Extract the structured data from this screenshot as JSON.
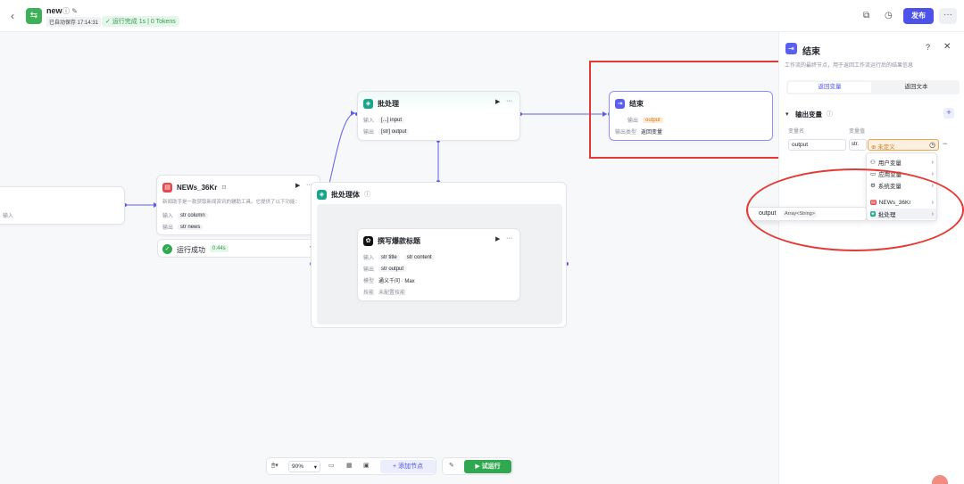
{
  "header": {
    "app_name": "new",
    "name_icons": "ⓘ ✎",
    "autosave": "已自动保存 17:14:31",
    "run_status": "运行完成 1s | 0 Tokens",
    "publish": "发布",
    "more": "···"
  },
  "nodes": {
    "start_partial": {
      "input_label": "输入"
    },
    "news": {
      "title": "NEWs_36Kr",
      "badge": "⊡",
      "desc": "新闻助手是一款获取新闻资讯的辅助工具。它提供了以下功能：",
      "input_label": "输入",
      "input_tag": "str",
      "input_val": "column",
      "output_label": "输出",
      "output_tag": "str",
      "output_val": "news"
    },
    "run_success": {
      "label": "运行成功",
      "time": "0.44s"
    },
    "batch": {
      "title": "批处理",
      "input_label": "输入",
      "input_tag": "[...]",
      "input_val": "input",
      "output_label": "输出",
      "output_tag": "[str]",
      "output_val": "output"
    },
    "batch_body": {
      "title": "批处理体"
    },
    "writer": {
      "title": "撰写爆款标题",
      "input_label": "输入",
      "input_tag1": "str",
      "input_val1": "title",
      "input_tag2": "str",
      "input_val2": "content",
      "output_label": "输出",
      "output_tag": "str",
      "output_val": "output",
      "model_label": "模型",
      "model_val": "通义千问 · Max",
      "skill_label": "技能",
      "skill_val": "未配置技能"
    },
    "end": {
      "title": "结束",
      "output_label": "输出",
      "output_val": "output",
      "type_label": "输出类型",
      "type_val": "返回变量"
    }
  },
  "toolbar": {
    "zoom": "90%",
    "add_node": "添加节点",
    "test_run": "试运行"
  },
  "panel": {
    "title": "结束",
    "desc": "工作流的最终节点，用于返回工作流运行后的结果信息",
    "tab_var": "返回变量",
    "tab_text": "返回文本",
    "section_title": "输出变量",
    "col_name": "变量名",
    "col_value": "变量值",
    "var_name": "output",
    "var_type": "str.",
    "var_value": "未定义",
    "menu": [
      {
        "label": "用户变量",
        "icon": "person-icon"
      },
      {
        "label": "应用变量",
        "icon": "folder-icon"
      },
      {
        "label": "系统变量",
        "icon": "gear-icon"
      },
      {
        "label": "NEWs_36Kr",
        "icon": "news-icon"
      },
      {
        "label": "批处理",
        "icon": "batch-icon"
      }
    ],
    "submenu": {
      "name": "output",
      "type": "Array<String>"
    }
  },
  "colors": {
    "accent": "#4d53e8",
    "success": "#2fa84f",
    "warning": "#d07b16",
    "highlight": "#e53935"
  }
}
